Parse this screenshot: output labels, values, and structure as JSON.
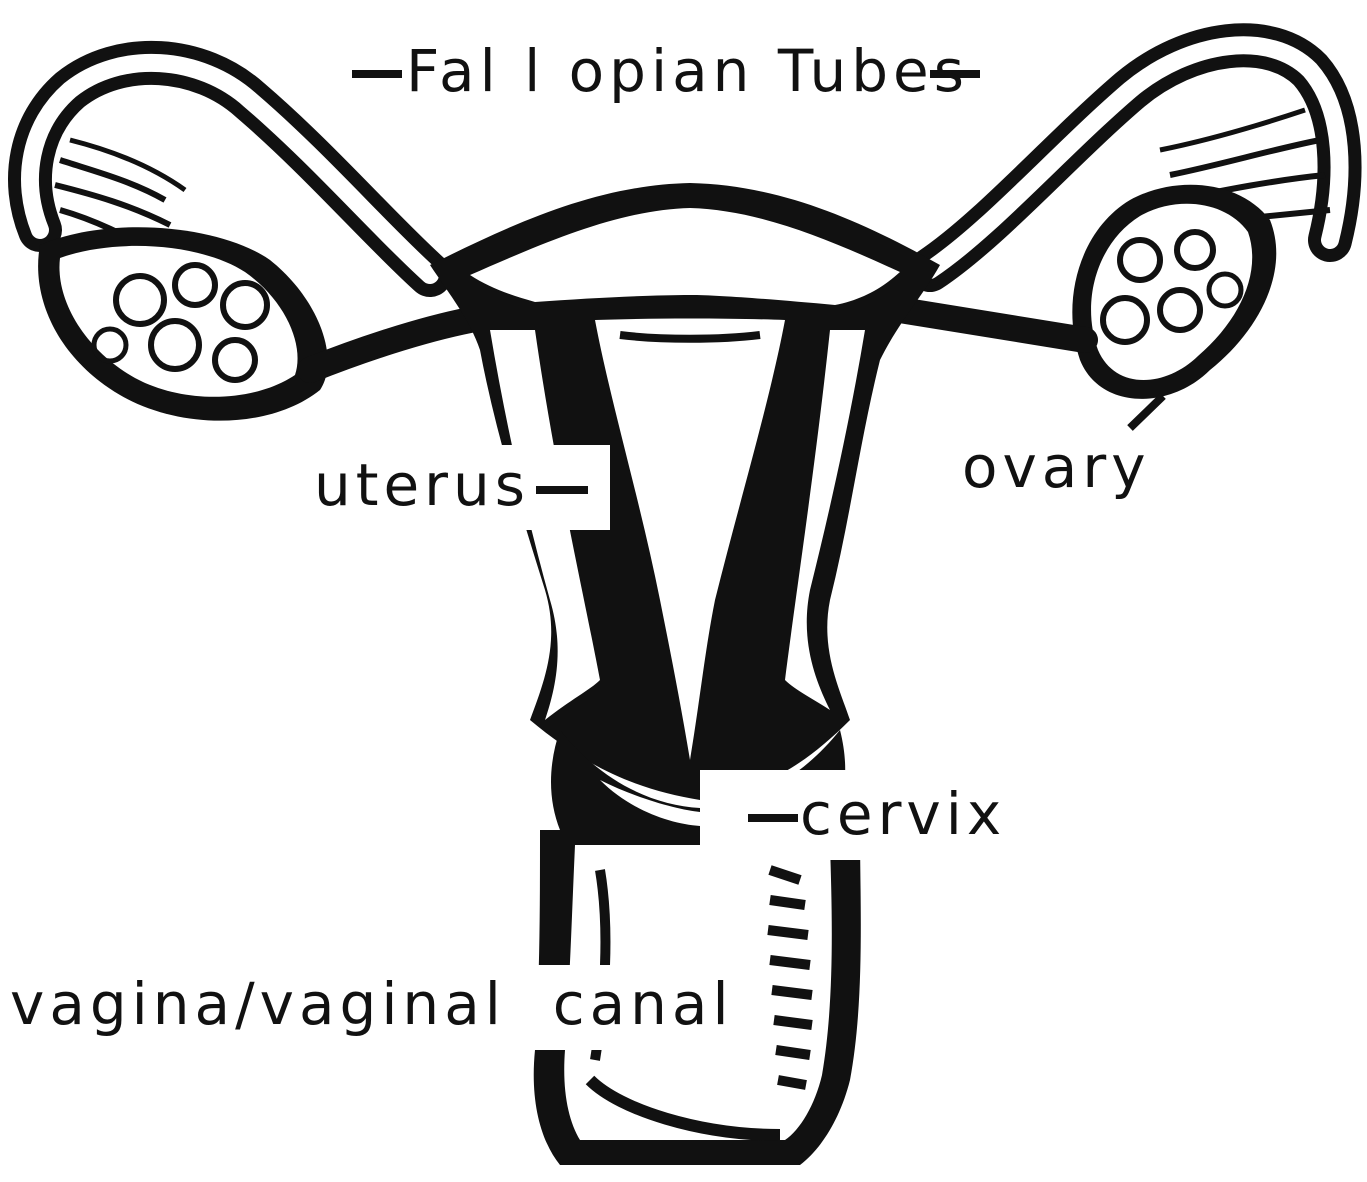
{
  "labels": {
    "fallopian_tubes": "Fal l opian Tubes",
    "uterus": "uterus",
    "ovary": "ovary",
    "cervix": "cervix",
    "vagina": "vagina/vaginal  canal"
  },
  "colors": {
    "ink": "#111111",
    "background": "#ffffff"
  }
}
